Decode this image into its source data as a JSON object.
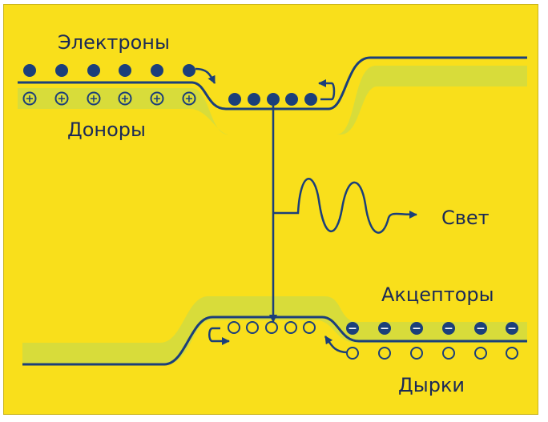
{
  "labels": {
    "electrons": "Электроны",
    "donors": "Доноры",
    "light": "Свет",
    "acceptors": "Акцепторы",
    "holes": "Дырки"
  },
  "colors": {
    "background": "#f9df1b",
    "band": "#d8dc3a",
    "ink": "#1b3f7a"
  },
  "donor_sign": "+",
  "acceptor_sign": "−"
}
